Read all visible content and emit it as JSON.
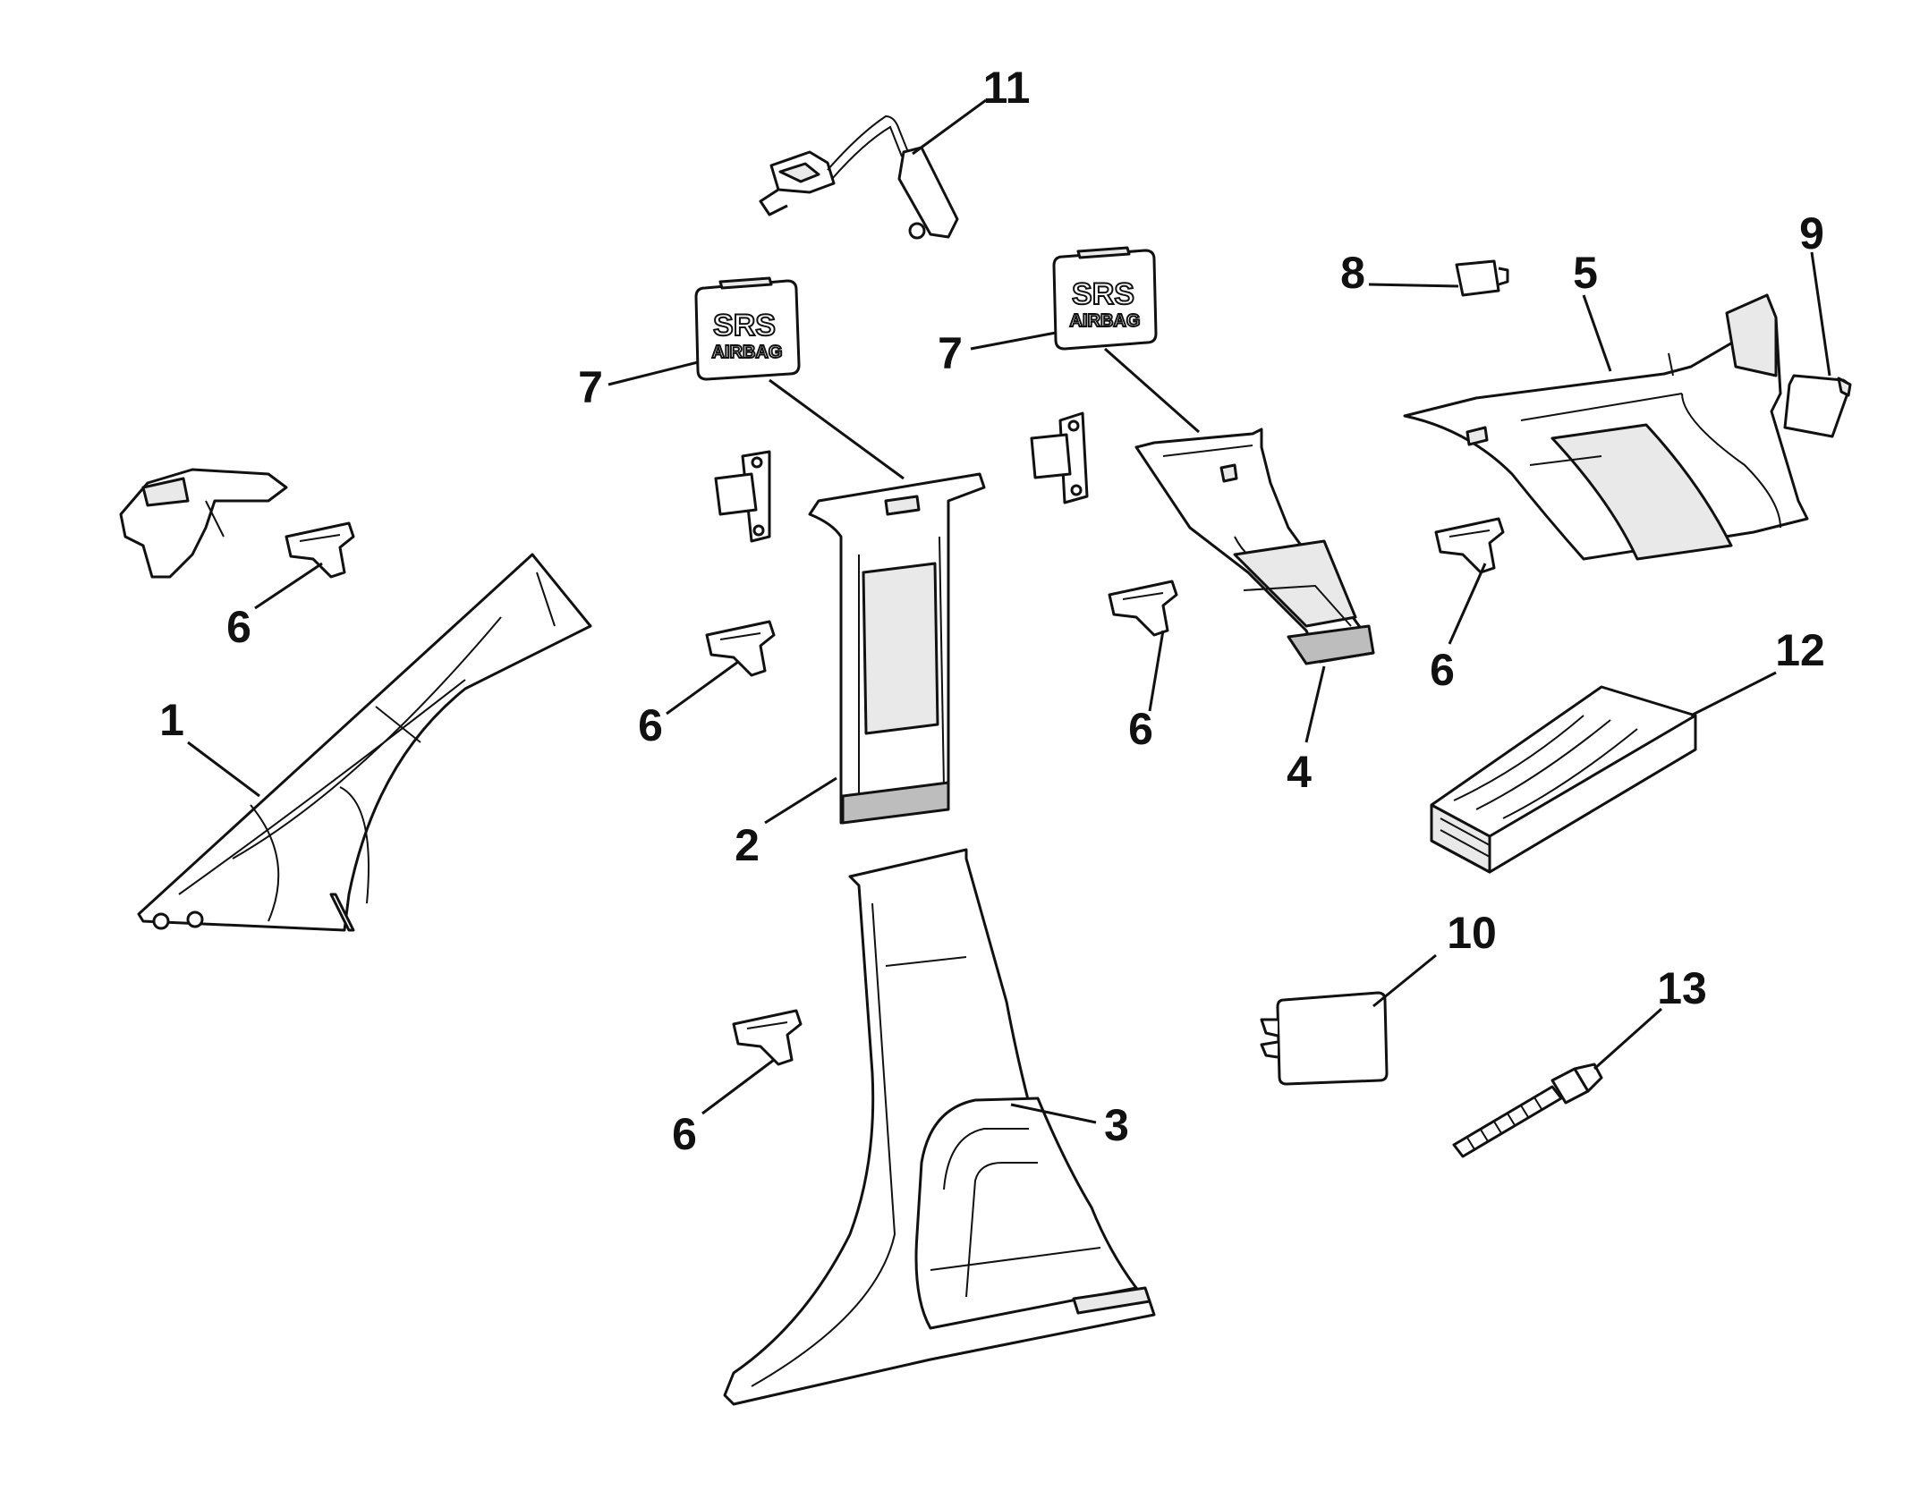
{
  "callouts": {
    "c1": "1",
    "c2": "2",
    "c3": "3",
    "c4": "4",
    "c5": "5",
    "c6": "6",
    "c7": "7",
    "c8": "8",
    "c9": "9",
    "c10": "10",
    "c11": "11",
    "c12": "12",
    "c13": "13"
  },
  "badge": {
    "line1": "SRS",
    "line2": "AIRBAG"
  }
}
